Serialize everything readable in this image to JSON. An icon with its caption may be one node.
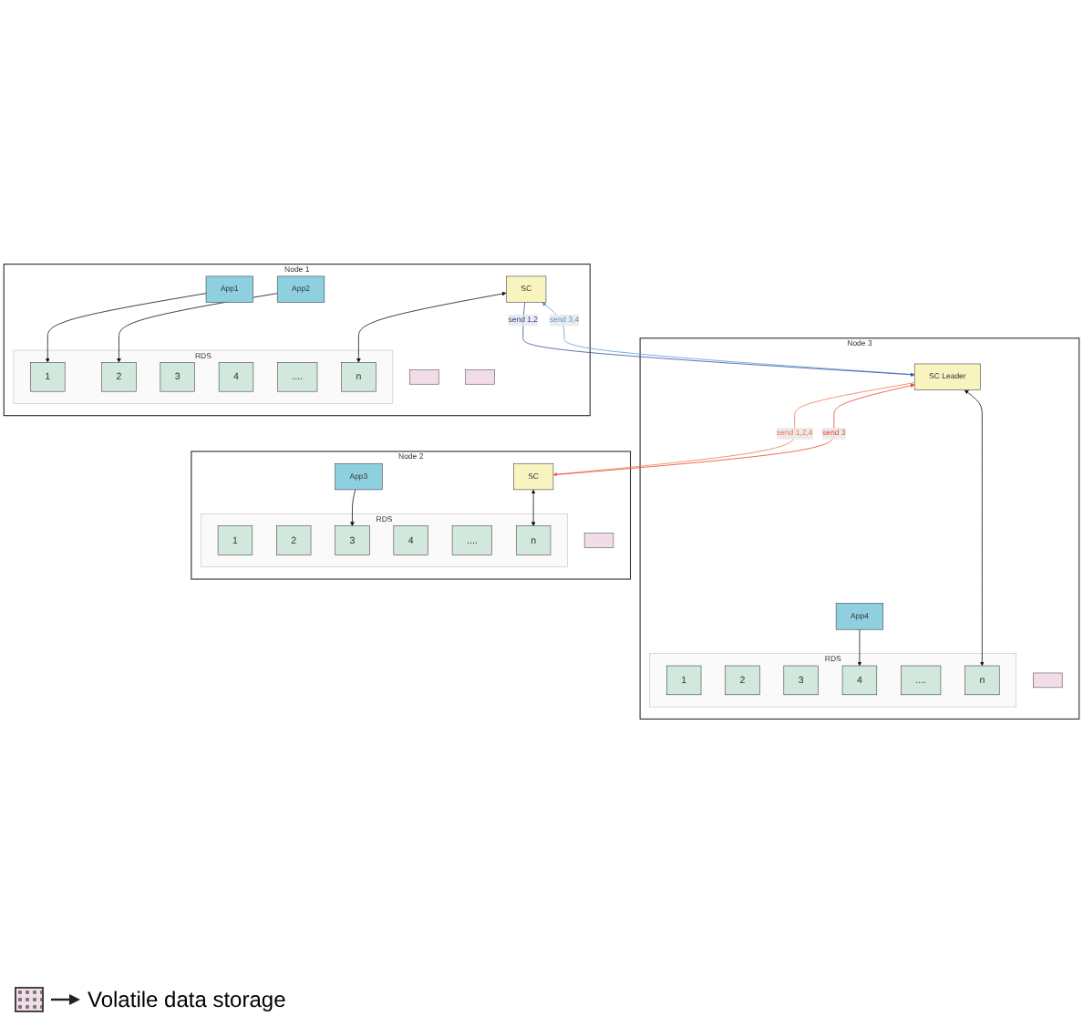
{
  "diagram": {
    "nodes": [
      {
        "text": [
          "Node 1"
        ]
      },
      {
        "text": [
          "App1"
        ],
        "in": 0
      },
      {
        "text": [],
        "shape": "box",
        "in": 0
      },
      {
        "text": [
          "App2"
        ],
        "in": 0
      },
      {
        "text": [],
        "shape": "box",
        "in": 0
      },
      {
        "text": [
          "SC"
        ],
        "in": 0
      },
      {
        "text": [],
        "shape": "bar",
        "beside": [
          "RDS"
        ],
        "in": 0
      },
      {
        "text": [
          "1"
        ],
        "in": 6
      },
      {
        "text": [
          "2"
        ],
        "in": 6
      },
      {
        "text": [
          "3"
        ],
        "in": 6
      },
      {
        "text": [
          "4"
        ],
        "in": 6
      },
      {
        "text": [
          "...."
        ],
        "in": 6
      },
      {
        "text": [
          "n"
        ],
        "in": 6
      },
      {
        "text": [
          "Node 2"
        ]
      },
      {
        "text": [
          "App3"
        ],
        "in": 13
      },
      {
        "text": [],
        "shape": "box",
        "in": 13
      },
      {
        "text": [
          "SC"
        ],
        "in": 13
      },
      {
        "text": [],
        "shape": "bar",
        "beside": [
          "RDS"
        ],
        "in": 13
      },
      {
        "text": [
          "1"
        ],
        "in": 17
      },
      {
        "text": [
          "2"
        ],
        "in": 17
      },
      {
        "text": [
          "3"
        ],
        "in": 17
      },
      {
        "text": [
          "4"
        ],
        "in": 17
      },
      {
        "text": [
          "...."
        ],
        "in": 17
      },
      {
        "text": [
          "n"
        ],
        "in": 17
      },
      {
        "text": [
          "Node 3"
        ]
      },
      {
        "text": [
          "App4"
        ],
        "in": 24
      },
      {
        "text": [],
        "shape": "box",
        "in": 24
      },
      {
        "text": [
          "SC Leader"
        ],
        "in": 24
      },
      {
        "text": [],
        "shape": "bar",
        "beside": [
          "RDS"
        ],
        "in": 24
      },
      {
        "text": [
          "1"
        ],
        "in": 28
      },
      {
        "text": [
          "2"
        ],
        "in": 28
      },
      {
        "text": [
          "3"
        ],
        "in": 28
      },
      {
        "text": [
          "4"
        ],
        "in": 28
      },
      {
        "text": [
          "...."
        ],
        "in": 28
      },
      {
        "text": [
          "n"
        ],
        "in": 28
      }
    ],
    "edges": [
      {
        "from": 1,
        "to": 7,
        "arrow": "to"
      },
      {
        "from": 3,
        "to": 8,
        "arrow": "to"
      },
      {
        "from": 5,
        "to": 12,
        "arrow": "both"
      },
      {
        "from": 14,
        "to": 20,
        "arrow": "to"
      },
      {
        "from": 16,
        "to": 23,
        "arrow": "both"
      },
      {
        "from": 25,
        "to": 32,
        "arrow": "to"
      },
      {
        "from": 27,
        "to": 34,
        "arrow": "both"
      },
      {
        "from": 27,
        "to": 5,
        "arrow": "to",
        "label": "send 3,4",
        "color": "#5b9bd5"
      },
      {
        "from": 5,
        "to": 27,
        "arrow": "to",
        "label": "send 1,2",
        "color": "#2f4fa0"
      },
      {
        "from": 27,
        "to": 16,
        "arrow": "to",
        "label": "send 1,2,4",
        "color": "#f07a50"
      },
      {
        "from": 16,
        "to": 27,
        "arrow": "to",
        "label": "send 3",
        "color": "#e8452c"
      }
    ],
    "legend": [
      {
        "text": "Volatile data storage"
      }
    ]
  }
}
